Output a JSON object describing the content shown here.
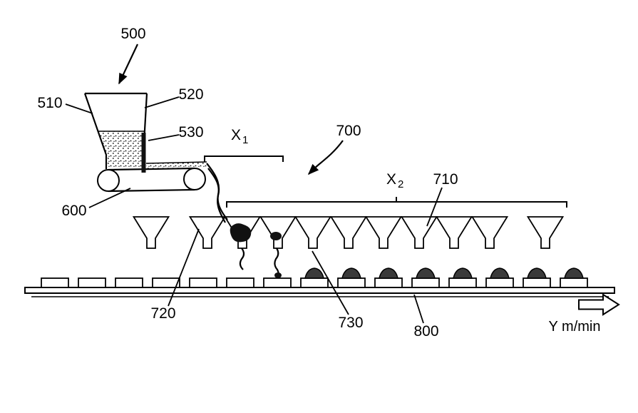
{
  "colors": {
    "ink": "#000000",
    "paper": "#ffffff",
    "mound_fill": "#3a3a3a"
  },
  "labels": {
    "n500": "500",
    "n510": "510",
    "n520": "520",
    "n530": "530",
    "n600": "600",
    "n700": "700",
    "n710": "710",
    "n720": "720",
    "n730": "730",
    "n800": "800",
    "x1_base": "X",
    "x1_sub": "1",
    "x2_base": "X",
    "x2_sub": "2",
    "speed": "Y m/min"
  },
  "diagram": {
    "funnel_centers": [
      212,
      291,
      340,
      390,
      439,
      489,
      538,
      588,
      637,
      687,
      765
    ],
    "tray_xs": [
      58,
      110,
      162,
      214,
      266,
      318,
      370,
      422,
      474,
      526,
      578,
      630,
      682,
      734,
      786
    ],
    "mound_tray_indices": [
      7,
      8,
      9,
      10,
      11,
      12,
      13,
      14
    ]
  }
}
